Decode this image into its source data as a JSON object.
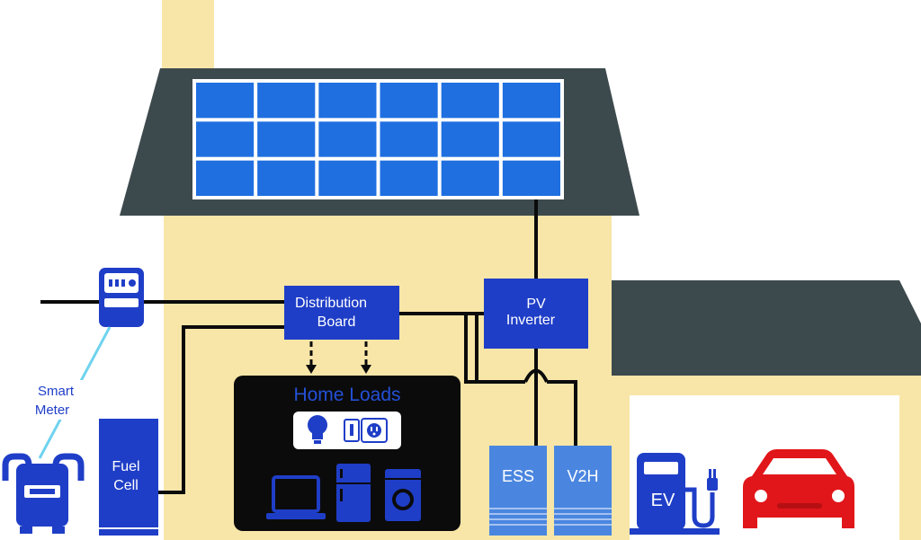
{
  "diagram": {
    "labels": {
      "distribution_board_line1": "Distribution",
      "distribution_board_line2": "Board",
      "pv_inverter_line1": "PV",
      "pv_inverter_line2": "Inverter",
      "home_loads": "Home Loads",
      "smart_meter_line1": "Smart",
      "smart_meter_line2": "Meter",
      "fuel_cell_line1": "Fuel",
      "fuel_cell_line2": "Cell",
      "ess": "ESS",
      "v2h": "V2H",
      "ev": "EV"
    },
    "colors": {
      "house_wall": "#f8e6a8",
      "roof": "#3d4a4d",
      "solar_cell": "#1f6fe0",
      "box_blue": "#1f3ec7",
      "storage_blue": "#4a86e0",
      "home_loads_bg": "#0b0b0b",
      "home_loads_title": "#2450d6",
      "smart_meter_link": "#6fd3ee",
      "car_red": "#e1161a",
      "wire": "#0b0b0b"
    },
    "icons": [
      "smart-meter-icon",
      "gas-meter-icon",
      "light-bulb-icon",
      "outlet-icon",
      "laptop-icon",
      "refrigerator-icon",
      "washing-machine-icon",
      "ev-charger-icon",
      "car-icon"
    ]
  }
}
